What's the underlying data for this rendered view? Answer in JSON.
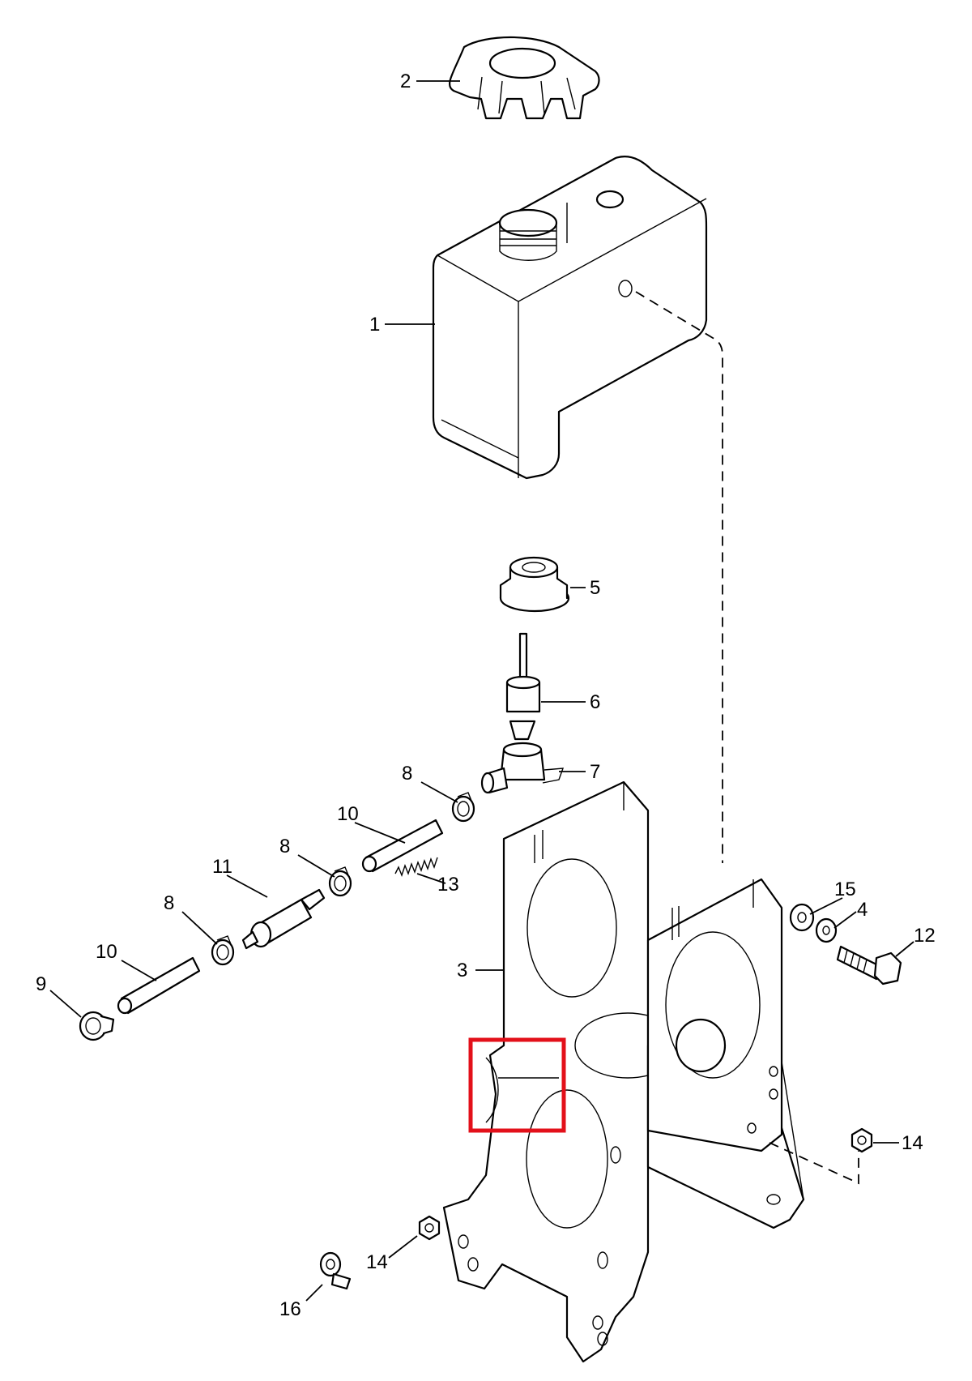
{
  "callouts": {
    "c1": "1",
    "c2": "2",
    "c3": "3",
    "c4": "4",
    "c5": "5",
    "c6": "6",
    "c7": "7",
    "c8a": "8",
    "c8b": "8",
    "c8c": "8",
    "c9": "9",
    "c10a": "10",
    "c10b": "10",
    "c11": "11",
    "c12": "12",
    "c13": "13",
    "c14a": "14",
    "c14b": "14",
    "c15": "15",
    "c16": "16"
  },
  "highlight": {
    "color": "#e3101a"
  }
}
